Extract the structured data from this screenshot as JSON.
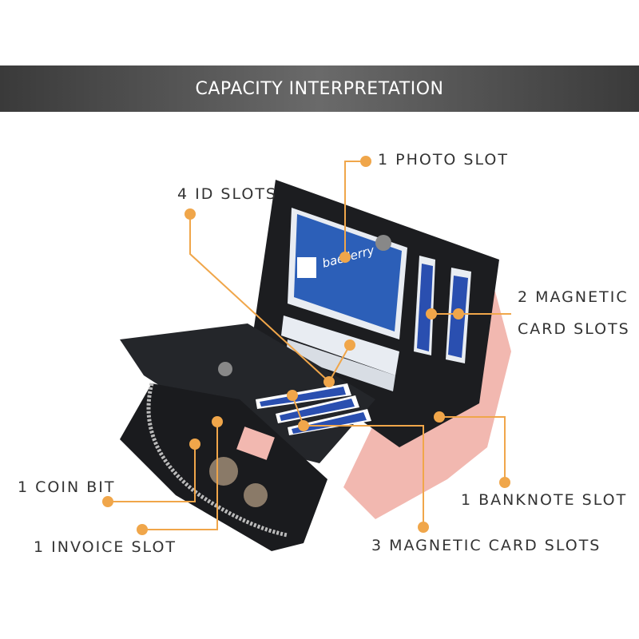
{
  "header": {
    "title": "CAPACITY INTERPRETATION"
  },
  "accent": "#f0a64a",
  "labels": {
    "photo_slot": "1 PHOTO SLOT",
    "id_slots": "4 ID SLOTS",
    "magnetic_2_line1": "2 MAGNETIC",
    "magnetic_2_line2": "CARD SLOTS",
    "banknote_slot": "1 BANKNOTE SLOT",
    "magnetic_3": "3 MAGNETIC CARD SLOTS",
    "coin_bit": "1 COIN BIT",
    "invoice_slot": "1 INVOICE SLOT"
  },
  "brand_logo": "baellerry"
}
